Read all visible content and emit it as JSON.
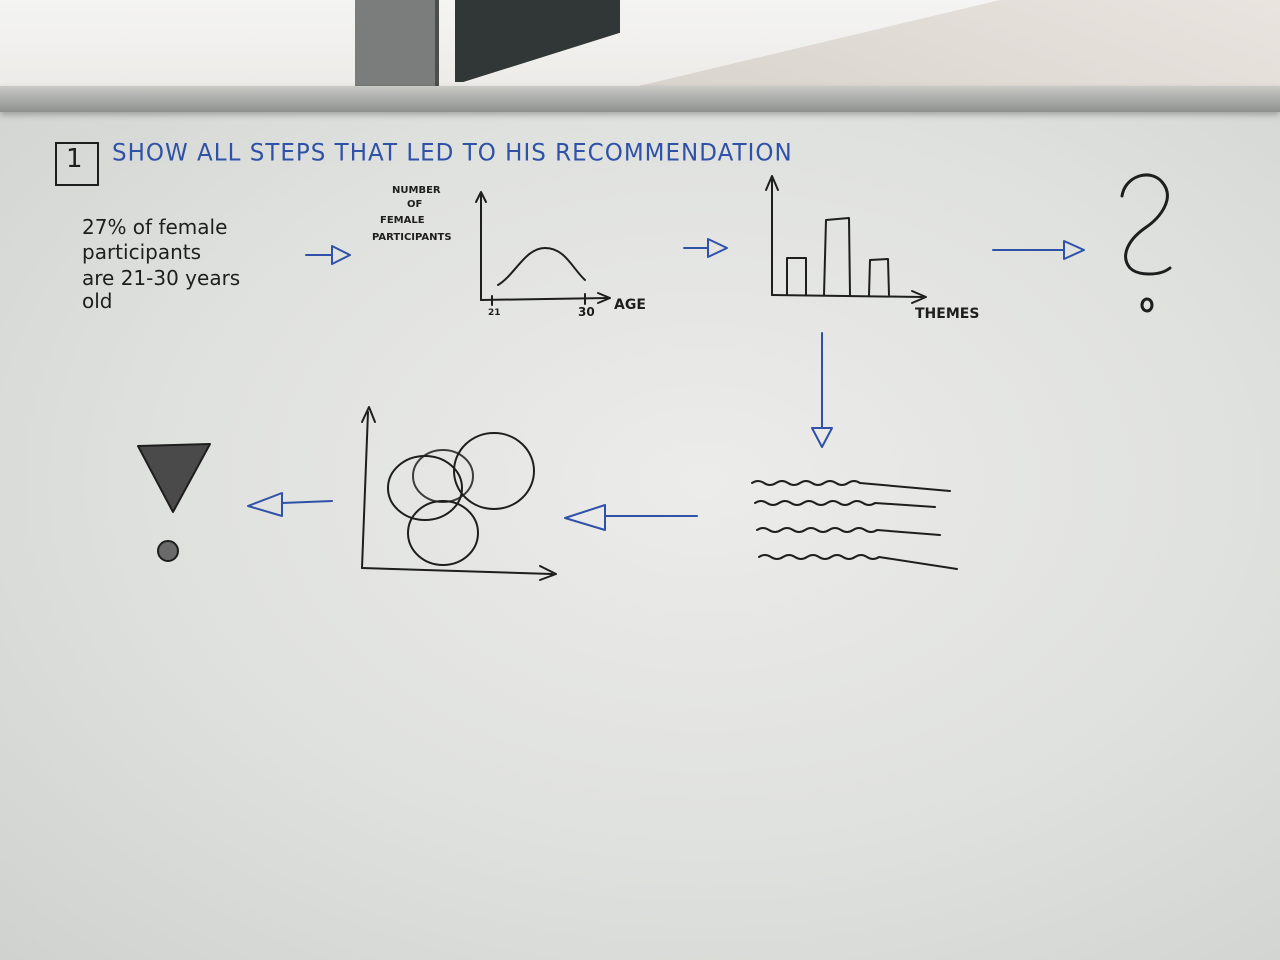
{
  "whiteboard": {
    "step_number": "1",
    "title": "SHOW ALL STEPS THAT LED TO HIS RECOMMENDATION",
    "statement_lines": [
      "27% of female",
      "participants",
      "are 21-30 years",
      "old"
    ],
    "line_chart": {
      "ylabel_lines": [
        "NUMBER",
        "OF",
        "FEMALE",
        "PARTICIPANTS"
      ],
      "xlabel": "AGE",
      "tick_left": "21",
      "tick_right": "30"
    },
    "bar_chart": {
      "xlabel": "THEMES"
    }
  },
  "colors": {
    "marker_blue": "#2f52a8",
    "marker_black": "#1e1e1e",
    "board": "#e6e7e4"
  },
  "icon_names": [
    "question-mark-icon",
    "exclamation-mark-icon"
  ]
}
